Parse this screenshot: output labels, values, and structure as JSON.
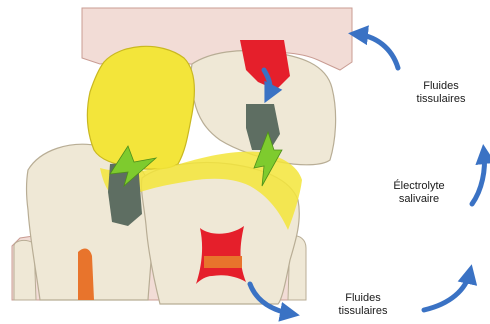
{
  "labels": {
    "fluid_top": [
      "Fluides",
      "tissulaires"
    ],
    "electrolyte": [
      "Électrolyte",
      "salivaire"
    ],
    "fluid_bottom": [
      "Fluides",
      "tissulaires"
    ]
  },
  "colors": {
    "gum": "#f2dcd6",
    "enamel": "#efe8d6",
    "dentin_highlight": "#f3e53a",
    "pulp": "#e51f2b",
    "dark_spot": "#5e6e62",
    "lightning": "#7ecb2e",
    "arrow": "#3a72c4",
    "root_canal": "#e8742c"
  },
  "icons": [
    "lightning-icon",
    "curved-arrow-icon"
  ]
}
